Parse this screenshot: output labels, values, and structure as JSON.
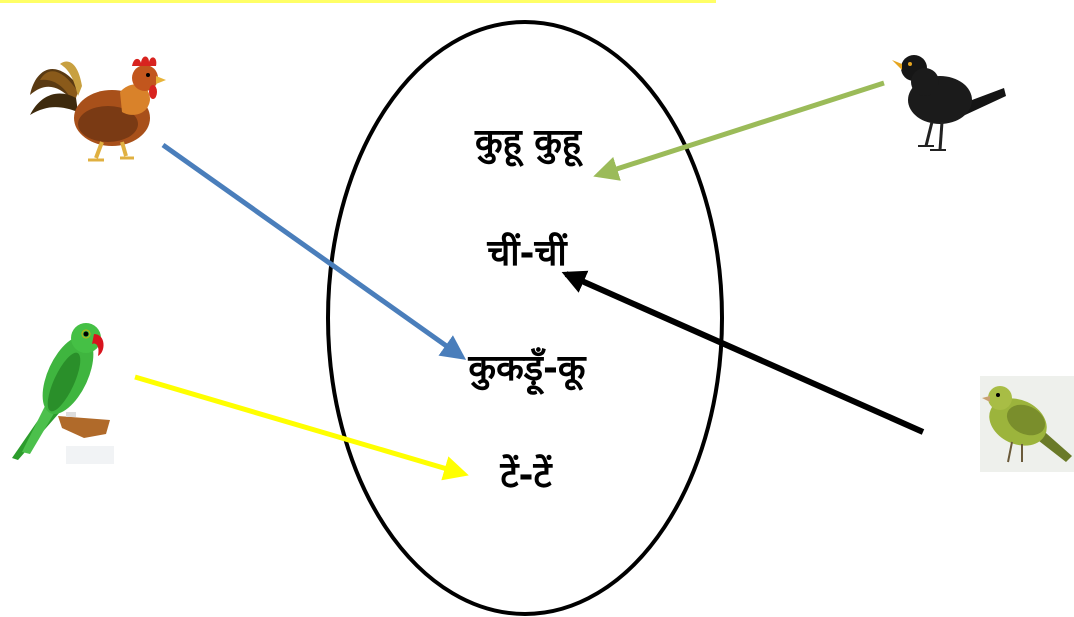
{
  "sounds": [
    {
      "id": "cuckoo",
      "text": "कुहू कुहू"
    },
    {
      "id": "sparrow",
      "text": "चीं-चीं"
    },
    {
      "id": "rooster",
      "text": "कुकड़ूँ-कू"
    },
    {
      "id": "parrot",
      "text": "टें-टें"
    }
  ],
  "birds": [
    {
      "id": "rooster",
      "icon": "rooster-icon"
    },
    {
      "id": "parrot",
      "icon": "parrot-icon"
    },
    {
      "id": "cuckoo",
      "icon": "black-bird-icon"
    },
    {
      "id": "sparrow",
      "icon": "green-finch-icon"
    }
  ],
  "connections": [
    {
      "from": "rooster",
      "to": "rooster",
      "color": "#4a7ebb"
    },
    {
      "from": "parrot",
      "to": "parrot",
      "color": "#ffff00"
    },
    {
      "from": "cuckoo",
      "to": "cuckoo",
      "color": "#9bbb59"
    },
    {
      "from": "sparrow",
      "to": "sparrow",
      "color": "#000000"
    }
  ],
  "colors": {
    "ellipse_stroke": "#000000",
    "top_rule": "#ffff66"
  }
}
